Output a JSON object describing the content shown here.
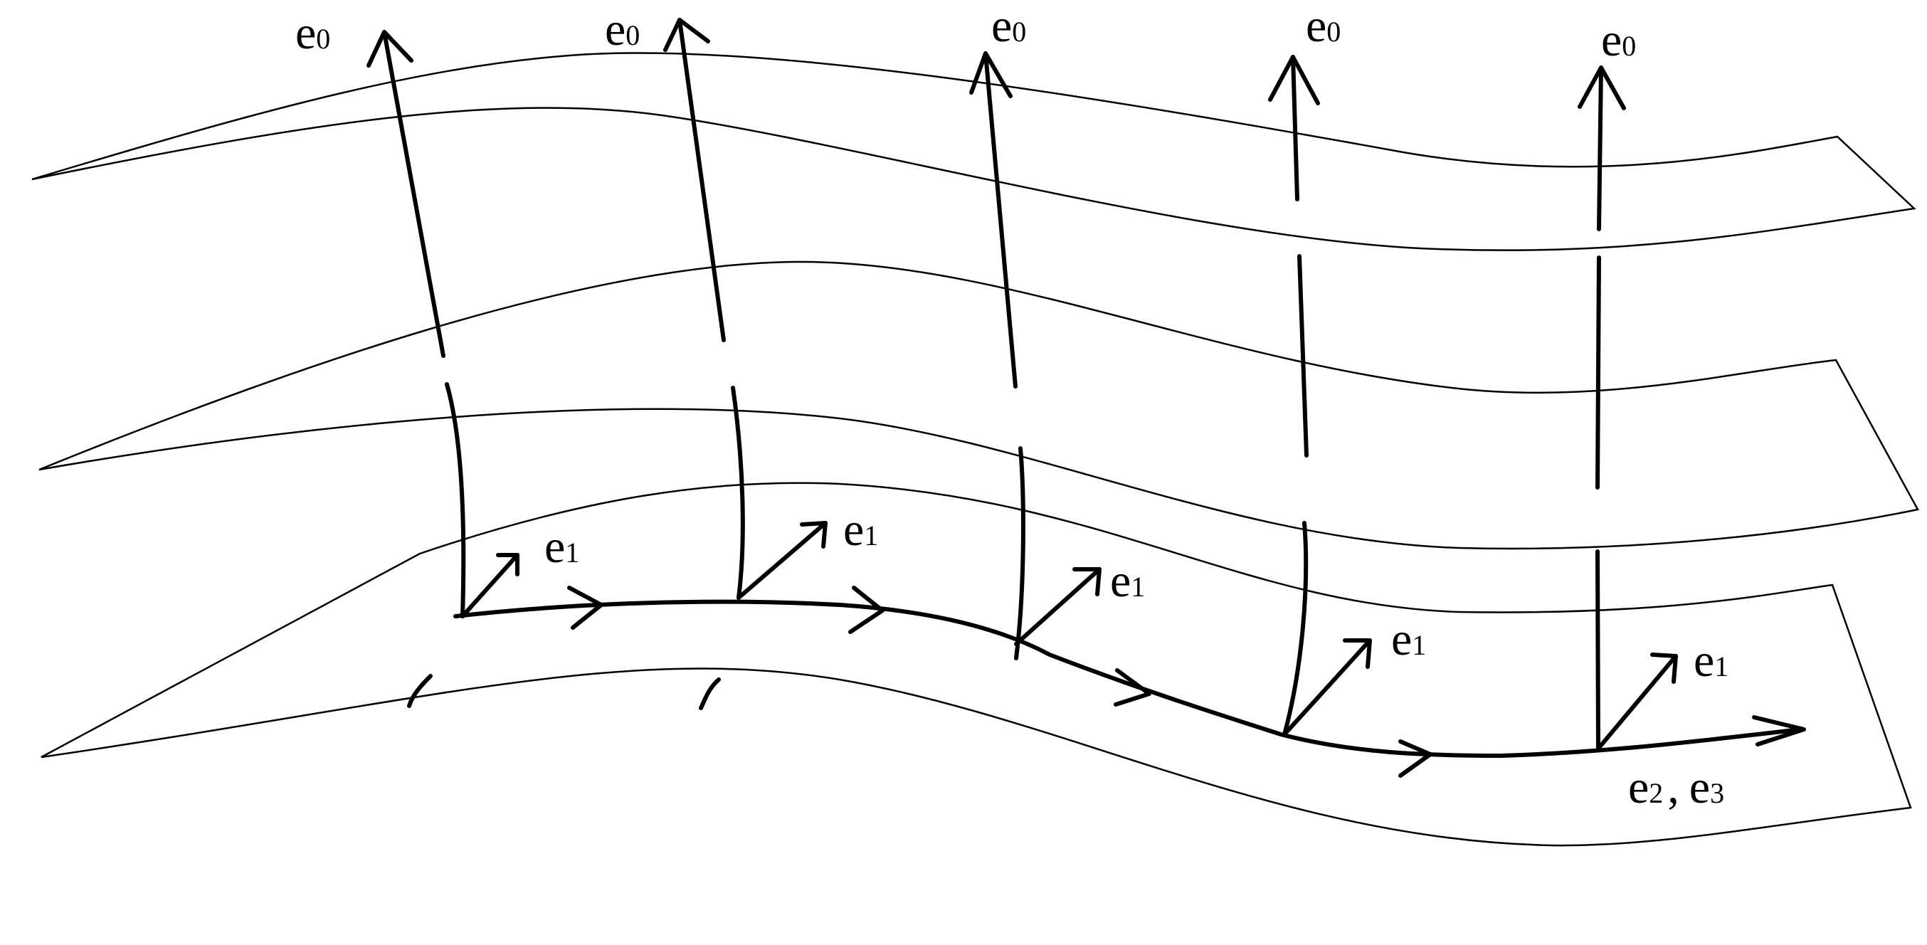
{
  "colors": {
    "top_sheet": [
      "#4a4a44",
      "#e8e8e6",
      "#e2e2cc",
      "#b0b09c"
    ],
    "middle_sheet": [
      "#8a8a6e",
      "#c2c096",
      "#a8a880",
      "#86866a"
    ],
    "bottom_sheet": [
      "#5e8a92",
      "#7e9a88",
      "#7fb6c8",
      "#6a98a4"
    ],
    "lines": "#000000"
  },
  "labels": {
    "e0": {
      "base": "e",
      "sub": "0"
    },
    "e1": {
      "base": "e",
      "sub": "1"
    },
    "e2e3": {
      "base1": "e",
      "sub1": "2",
      "sep": ",",
      "base2": "e",
      "sub2": "3"
    }
  }
}
